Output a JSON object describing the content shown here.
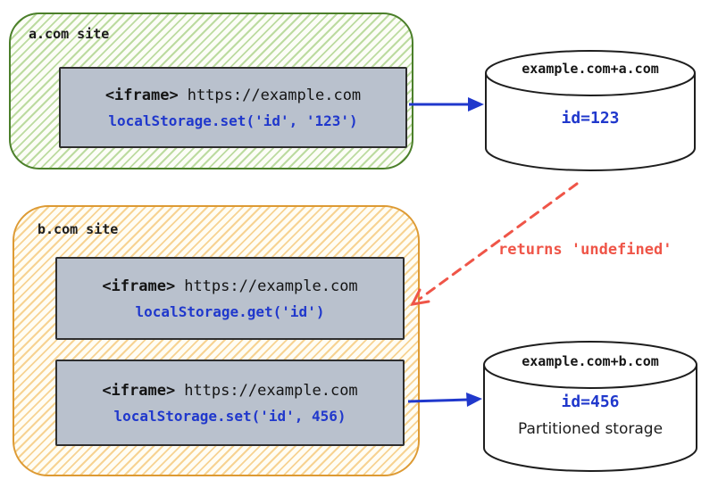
{
  "colors": {
    "blue": "#2038cc",
    "red": "#ef5548",
    "green_border": "#4b7f2a",
    "orange_border": "#dd9a33",
    "iframe_box_fill": "#b9c1cd"
  },
  "site_a": {
    "label": "a.com site",
    "frame": {
      "tag": "<iframe>",
      "url": "https://example.com",
      "code": "localStorage.set('id', '123')"
    }
  },
  "site_b": {
    "label": "b.com site",
    "frame_get": {
      "tag": "<iframe>",
      "url": "https://example.com",
      "code": "localStorage.get('id')"
    },
    "frame_set": {
      "tag": "<iframe>",
      "url": "https://example.com",
      "code": "localStorage.set('id', 456)"
    }
  },
  "storage_a": {
    "title": "example.com+a.com",
    "value": "id=123"
  },
  "storage_b": {
    "title": "example.com+b.com",
    "value": "id=456",
    "caption": "Partitioned storage"
  },
  "labels": {
    "returns_undefined": "returns 'undefined'"
  }
}
